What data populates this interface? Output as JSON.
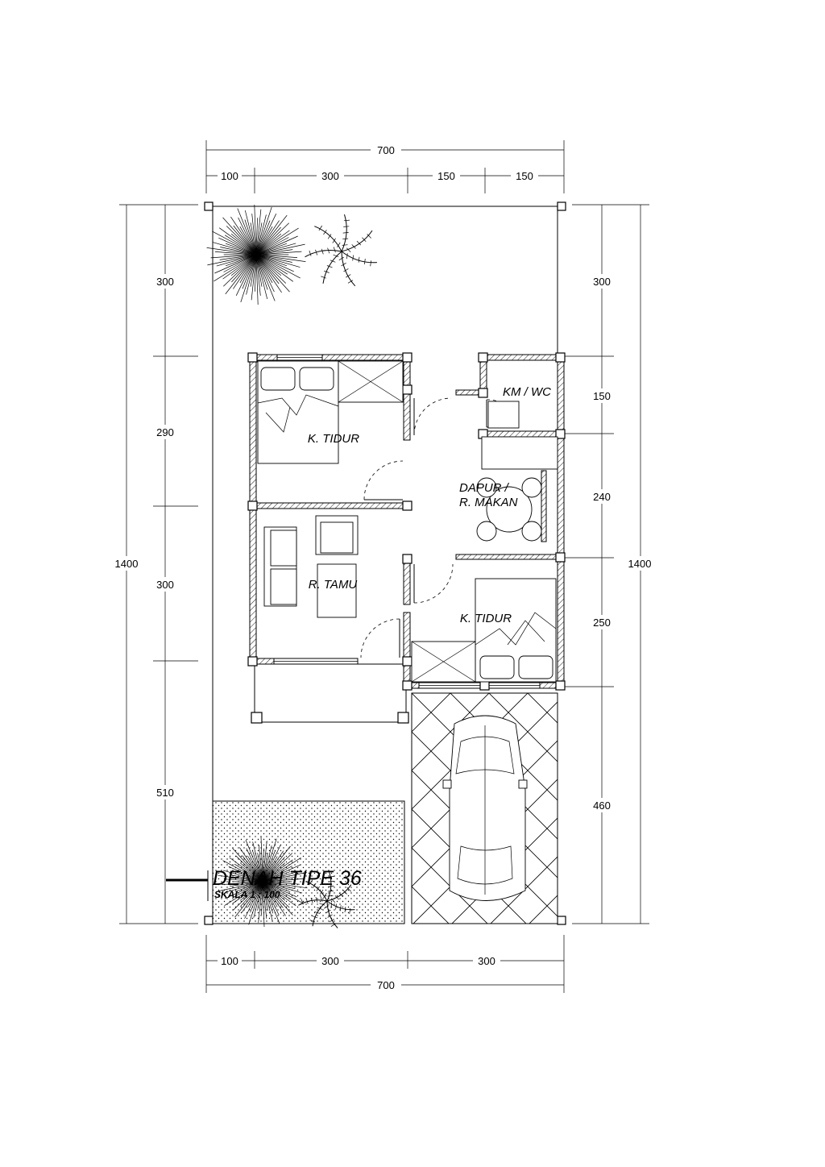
{
  "title": "DENAH TIPE 36",
  "subtitle": "SKALA 1 : 100",
  "dimensions": {
    "top_total": "700",
    "top_segments": [
      "100",
      "300",
      "150",
      "150"
    ],
    "bottom_total": "700",
    "bottom_segments": [
      "100",
      "300",
      "300"
    ],
    "left_total": "1400",
    "left_segments": [
      "300",
      "290",
      "300",
      "510"
    ],
    "right_total": "1400",
    "right_segments": [
      "300",
      "150",
      "240",
      "250",
      "460"
    ]
  },
  "rooms": {
    "bedroom_1": "K. TIDUR",
    "living": "R. TAMU",
    "bath": "KM / WC",
    "kitchen_line1": "DAPUR /",
    "kitchen_line2": "R. MAKAN",
    "bedroom_2": "K. TIDUR"
  }
}
